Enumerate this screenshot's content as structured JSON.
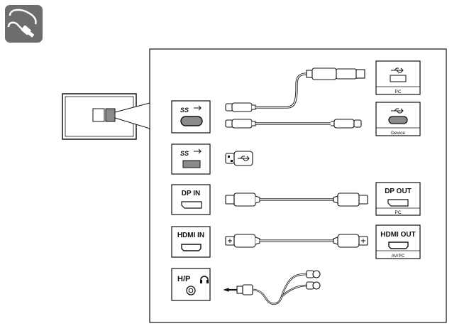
{
  "colors": {
    "icon_bg": "#6d6d6d",
    "line": "#111111",
    "port_fill": "#8a8a8a",
    "panel_bg": "#ffffff"
  },
  "header": {
    "icon": "cable-icon"
  },
  "monitor": {
    "ports_icon": "port-cluster-icon"
  },
  "ports": {
    "usb_c": {
      "label": "SS"
    },
    "usb_a": {
      "label": "SS"
    },
    "dp_in": {
      "label": "DP IN"
    },
    "hdmi_in": {
      "label": "HDMI IN"
    },
    "headphone": {
      "label": "H/P"
    }
  },
  "devices": {
    "pc_usb": {
      "caption": "PC",
      "icon": "usb-icon"
    },
    "device_usb_c": {
      "caption": "Device",
      "icon": "usb-icon"
    },
    "dp_out": {
      "label": "DP OUT",
      "caption": "PC"
    },
    "hdmi_out": {
      "label": "HDMI OUT",
      "caption": "AV/PC"
    }
  },
  "cables": [
    {
      "name": "usb-c-to-a-cable"
    },
    {
      "name": "usb-c-to-c-cable"
    },
    {
      "name": "usb-flash-drive"
    },
    {
      "name": "displayport-cable"
    },
    {
      "name": "hdmi-cable"
    },
    {
      "name": "earphone-cable"
    }
  ]
}
